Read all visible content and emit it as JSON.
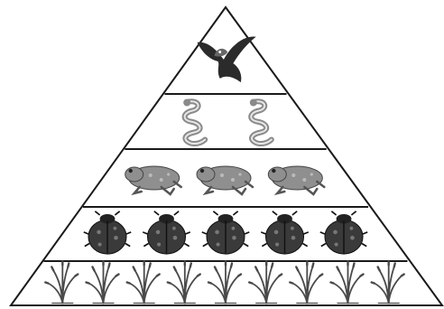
{
  "pyramid": {
    "levels": [
      {
        "organism": "hawk-icon",
        "count": 1
      },
      {
        "organism": "snake-icon",
        "count": 2
      },
      {
        "organism": "frog-icon",
        "count": 3
      },
      {
        "organism": "beetle-icon",
        "count": 5
      },
      {
        "organism": "grass-icon",
        "count": 9
      }
    ],
    "colors": {
      "outline": "#1a1a1a",
      "hawk": "#2b2b2b",
      "snake": "#8a8a8a",
      "frog": "#8f8f8f",
      "beetle": "#3a3a3a",
      "grass": "#4a4a4a"
    }
  }
}
